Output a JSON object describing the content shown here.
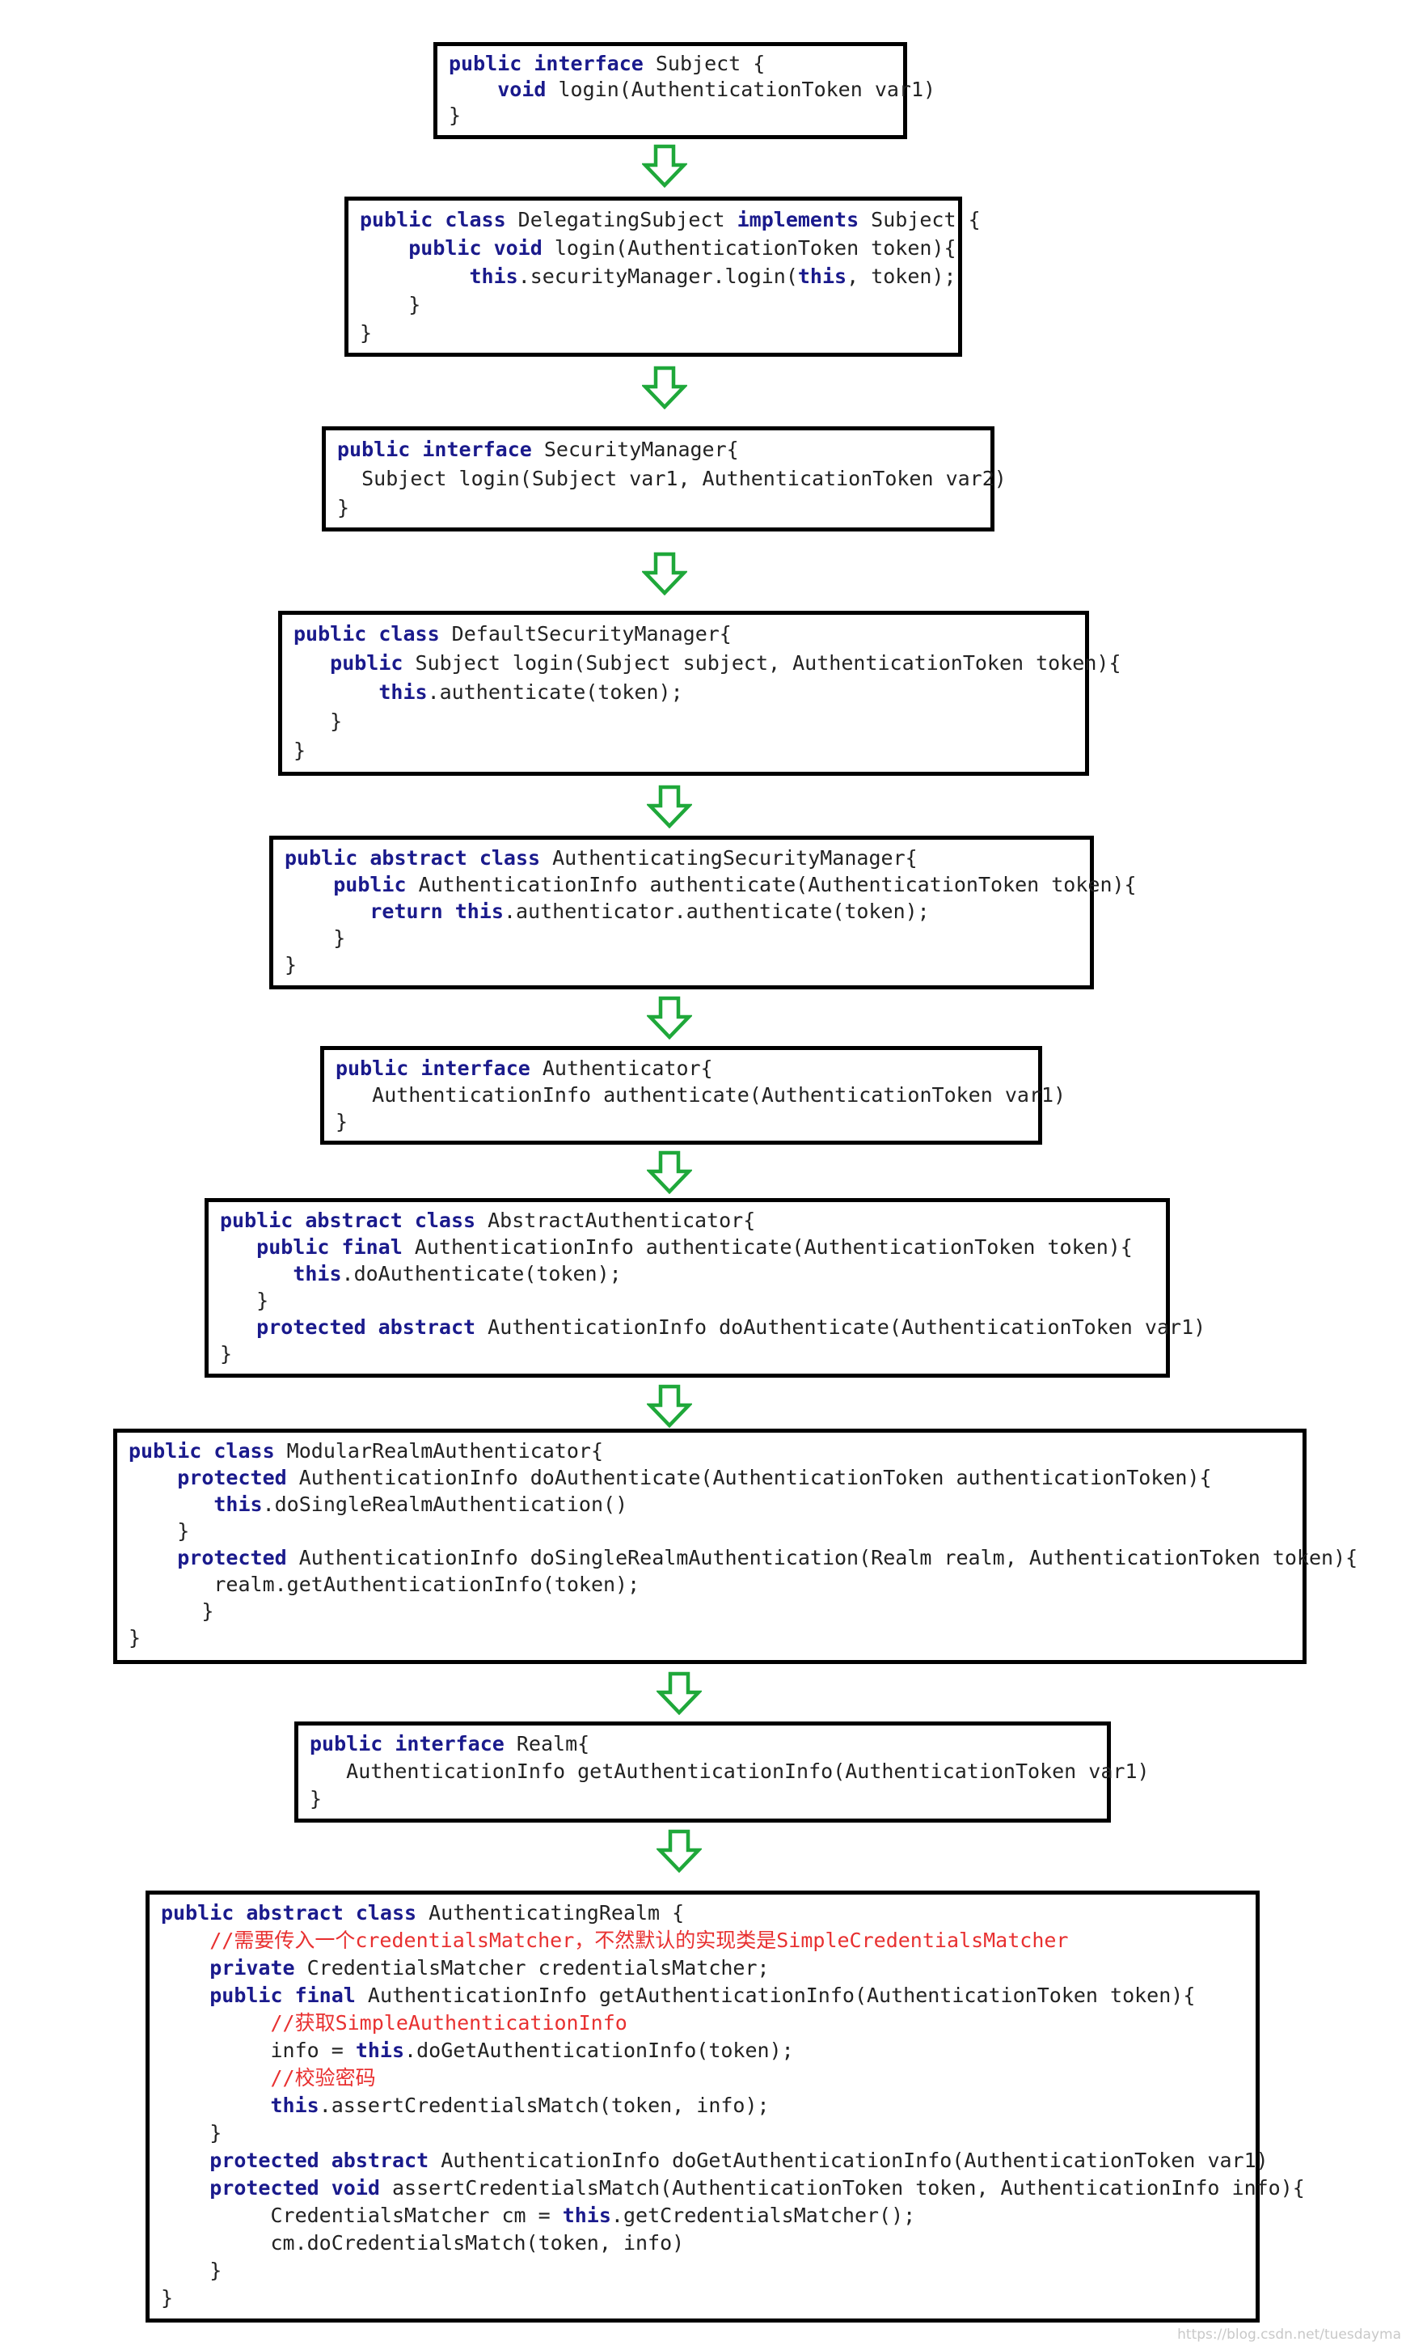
{
  "colors": {
    "keyword": "#1a1a8c",
    "text": "#222222",
    "comment": "#e83030",
    "arrow": "#1fa83a",
    "border": "#000000"
  },
  "boxes": [
    {
      "name": "subject-interface",
      "lines": [
        {
          "indent": "",
          "tokens": [
            {
              "t": "kw",
              "v": "public interface"
            },
            {
              "t": "plain",
              "v": " Subject {"
            }
          ]
        },
        {
          "indent": "    ",
          "tokens": [
            {
              "t": "kw",
              "v": "void"
            },
            {
              "t": "plain",
              "v": " login(AuthenticationToken var1)"
            }
          ]
        },
        {
          "indent": "",
          "tokens": [
            {
              "t": "plain",
              "v": "}"
            }
          ]
        }
      ]
    },
    {
      "name": "delegating-subject-class",
      "lines": [
        {
          "indent": "",
          "tokens": [
            {
              "t": "kw",
              "v": "public class"
            },
            {
              "t": "plain",
              "v": " DelegatingSubject "
            },
            {
              "t": "kw",
              "v": "implements"
            },
            {
              "t": "plain",
              "v": " Subject {"
            }
          ]
        },
        {
          "indent": "    ",
          "tokens": [
            {
              "t": "kw",
              "v": "public void"
            },
            {
              "t": "plain",
              "v": " login(AuthenticationToken token){"
            }
          ]
        },
        {
          "indent": "         ",
          "tokens": [
            {
              "t": "kw",
              "v": "this"
            },
            {
              "t": "plain",
              "v": ".securityManager.login("
            },
            {
              "t": "kw",
              "v": "this"
            },
            {
              "t": "plain",
              "v": ", token);"
            }
          ]
        },
        {
          "indent": "    ",
          "tokens": [
            {
              "t": "plain",
              "v": "}"
            }
          ]
        },
        {
          "indent": "",
          "tokens": [
            {
              "t": "plain",
              "v": "}"
            }
          ]
        }
      ]
    },
    {
      "name": "security-manager-interface",
      "lines": [
        {
          "indent": "",
          "tokens": [
            {
              "t": "kw",
              "v": "public interface"
            },
            {
              "t": "plain",
              "v": " SecurityManager{"
            }
          ]
        },
        {
          "indent": "  ",
          "tokens": [
            {
              "t": "plain",
              "v": "Subject login(Subject var1, AuthenticationToken var2)"
            }
          ]
        },
        {
          "indent": "",
          "tokens": [
            {
              "t": "plain",
              "v": "}"
            }
          ]
        }
      ]
    },
    {
      "name": "default-security-manager-class",
      "lines": [
        {
          "indent": "",
          "tokens": [
            {
              "t": "kw",
              "v": "public class"
            },
            {
              "t": "plain",
              "v": " DefaultSecurityManager{"
            }
          ]
        },
        {
          "indent": "   ",
          "tokens": [
            {
              "t": "kw",
              "v": "public"
            },
            {
              "t": "plain",
              "v": " Subject login(Subject subject, AuthenticationToken token){"
            }
          ]
        },
        {
          "indent": "       ",
          "tokens": [
            {
              "t": "kw",
              "v": "this"
            },
            {
              "t": "plain",
              "v": ".authenticate(token);"
            }
          ]
        },
        {
          "indent": "   ",
          "tokens": [
            {
              "t": "plain",
              "v": "}"
            }
          ]
        },
        {
          "indent": "",
          "tokens": [
            {
              "t": "plain",
              "v": "}"
            }
          ]
        }
      ]
    },
    {
      "name": "authenticating-security-manager-class",
      "lines": [
        {
          "indent": "",
          "tokens": [
            {
              "t": "kw",
              "v": "public abstract class"
            },
            {
              "t": "plain",
              "v": " AuthenticatingSecurityManager{"
            }
          ]
        },
        {
          "indent": "    ",
          "tokens": [
            {
              "t": "kw",
              "v": "public"
            },
            {
              "t": "plain",
              "v": " AuthenticationInfo authenticate(AuthenticationToken token){"
            }
          ]
        },
        {
          "indent": "       ",
          "tokens": [
            {
              "t": "kw",
              "v": "return this"
            },
            {
              "t": "plain",
              "v": ".authenticator.authenticate(token);"
            }
          ]
        },
        {
          "indent": "    ",
          "tokens": [
            {
              "t": "plain",
              "v": "}"
            }
          ]
        },
        {
          "indent": "",
          "tokens": [
            {
              "t": "plain",
              "v": "}"
            }
          ]
        }
      ]
    },
    {
      "name": "authenticator-interface",
      "lines": [
        {
          "indent": "",
          "tokens": [
            {
              "t": "kw",
              "v": "public interface"
            },
            {
              "t": "plain",
              "v": " Authenticator{"
            }
          ]
        },
        {
          "indent": "   ",
          "tokens": [
            {
              "t": "plain",
              "v": "AuthenticationInfo authenticate(AuthenticationToken var1)"
            }
          ]
        },
        {
          "indent": "",
          "tokens": [
            {
              "t": "plain",
              "v": "}"
            }
          ]
        }
      ]
    },
    {
      "name": "abstract-authenticator-class",
      "lines": [
        {
          "indent": "",
          "tokens": [
            {
              "t": "kw",
              "v": "public abstract class"
            },
            {
              "t": "plain",
              "v": " AbstractAuthenticator{"
            }
          ]
        },
        {
          "indent": "   ",
          "tokens": [
            {
              "t": "kw",
              "v": "public final"
            },
            {
              "t": "plain",
              "v": " AuthenticationInfo authenticate(AuthenticationToken token){"
            }
          ]
        },
        {
          "indent": "      ",
          "tokens": [
            {
              "t": "kw",
              "v": "this"
            },
            {
              "t": "plain",
              "v": ".doAuthenticate(token);"
            }
          ]
        },
        {
          "indent": "   ",
          "tokens": [
            {
              "t": "plain",
              "v": "}"
            }
          ]
        },
        {
          "indent": "   ",
          "tokens": [
            {
              "t": "kw",
              "v": "protected abstract"
            },
            {
              "t": "plain",
              "v": " AuthenticationInfo doAuthenticate(AuthenticationToken var1)"
            }
          ]
        },
        {
          "indent": "",
          "tokens": [
            {
              "t": "plain",
              "v": "}"
            }
          ]
        }
      ]
    },
    {
      "name": "modular-realm-authenticator-class",
      "lines": [
        {
          "indent": "",
          "tokens": [
            {
              "t": "kw",
              "v": "public class"
            },
            {
              "t": "plain",
              "v": " ModularRealmAuthenticator{"
            }
          ]
        },
        {
          "indent": "    ",
          "tokens": [
            {
              "t": "kw",
              "v": "protected"
            },
            {
              "t": "plain",
              "v": " AuthenticationInfo doAuthenticate(AuthenticationToken authenticationToken){"
            }
          ]
        },
        {
          "indent": "       ",
          "tokens": [
            {
              "t": "kw",
              "v": "this"
            },
            {
              "t": "plain",
              "v": ".doSingleRealmAuthentication()"
            }
          ]
        },
        {
          "indent": "    ",
          "tokens": [
            {
              "t": "plain",
              "v": "}"
            }
          ]
        },
        {
          "indent": "    ",
          "tokens": [
            {
              "t": "kw",
              "v": "protected"
            },
            {
              "t": "plain",
              "v": " AuthenticationInfo doSingleRealmAuthentication(Realm realm, AuthenticationToken token){"
            }
          ]
        },
        {
          "indent": "       ",
          "tokens": [
            {
              "t": "plain",
              "v": "realm.getAuthenticationInfo(token);"
            }
          ]
        },
        {
          "indent": "      ",
          "tokens": [
            {
              "t": "plain",
              "v": "}"
            }
          ]
        },
        {
          "indent": "",
          "tokens": [
            {
              "t": "plain",
              "v": "}"
            }
          ]
        }
      ]
    },
    {
      "name": "realm-interface",
      "lines": [
        {
          "indent": "",
          "tokens": [
            {
              "t": "kw",
              "v": "public interface"
            },
            {
              "t": "plain",
              "v": " Realm{"
            }
          ]
        },
        {
          "indent": "   ",
          "tokens": [
            {
              "t": "plain",
              "v": "AuthenticationInfo getAuthenticationInfo(AuthenticationToken var1)"
            }
          ]
        },
        {
          "indent": "",
          "tokens": [
            {
              "t": "plain",
              "v": "}"
            }
          ]
        }
      ]
    },
    {
      "name": "authenticating-realm-class",
      "lines": [
        {
          "indent": "",
          "tokens": [
            {
              "t": "kw",
              "v": "public abstract class"
            },
            {
              "t": "plain",
              "v": " AuthenticatingRealm {"
            }
          ]
        },
        {
          "indent": "    ",
          "tokens": [
            {
              "t": "cm",
              "v": "//需要传入一个credentialsMatcher，不然默认的实现类是SimpleCredentialsMatcher"
            }
          ]
        },
        {
          "indent": "    ",
          "tokens": [
            {
              "t": "kw",
              "v": "private"
            },
            {
              "t": "plain",
              "v": " CredentialsMatcher credentialsMatcher;"
            }
          ]
        },
        {
          "indent": "    ",
          "tokens": [
            {
              "t": "kw",
              "v": "public final"
            },
            {
              "t": "plain",
              "v": " AuthenticationInfo getAuthenticationInfo(AuthenticationToken token){"
            }
          ]
        },
        {
          "indent": "         ",
          "tokens": [
            {
              "t": "cm",
              "v": "//获取SimpleAuthenticationInfo"
            }
          ]
        },
        {
          "indent": "         ",
          "tokens": [
            {
              "t": "plain",
              "v": "info = "
            },
            {
              "t": "kw",
              "v": "this"
            },
            {
              "t": "plain",
              "v": ".doGetAuthenticationInfo(token);"
            }
          ]
        },
        {
          "indent": "         ",
          "tokens": [
            {
              "t": "cm",
              "v": "//校验密码"
            }
          ]
        },
        {
          "indent": "         ",
          "tokens": [
            {
              "t": "kw",
              "v": "this"
            },
            {
              "t": "plain",
              "v": ".assertCredentialsMatch(token, info);"
            }
          ]
        },
        {
          "indent": "    ",
          "tokens": [
            {
              "t": "plain",
              "v": "}"
            }
          ]
        },
        {
          "indent": "    ",
          "tokens": [
            {
              "t": "kw",
              "v": "protected abstract"
            },
            {
              "t": "plain",
              "v": " AuthenticationInfo doGetAuthenticationInfo(AuthenticationToken var1)"
            }
          ]
        },
        {
          "indent": "    ",
          "tokens": [
            {
              "t": "kw",
              "v": "protected void"
            },
            {
              "t": "plain",
              "v": " assertCredentialsMatch(AuthenticationToken token, AuthenticationInfo info){"
            }
          ]
        },
        {
          "indent": "         ",
          "tokens": [
            {
              "t": "plain",
              "v": "CredentialsMatcher cm = "
            },
            {
              "t": "kw",
              "v": "this"
            },
            {
              "t": "plain",
              "v": ".getCredentialsMatcher();"
            }
          ]
        },
        {
          "indent": "         ",
          "tokens": [
            {
              "t": "plain",
              "v": "cm.doCredentialsMatch(token, info)"
            }
          ]
        },
        {
          "indent": "    ",
          "tokens": [
            {
              "t": "plain",
              "v": "}"
            }
          ]
        },
        {
          "indent": "",
          "tokens": [
            {
              "t": "plain",
              "v": "}"
            }
          ]
        }
      ]
    }
  ],
  "watermark": "https://blog.csdn.net/tuesdayma"
}
